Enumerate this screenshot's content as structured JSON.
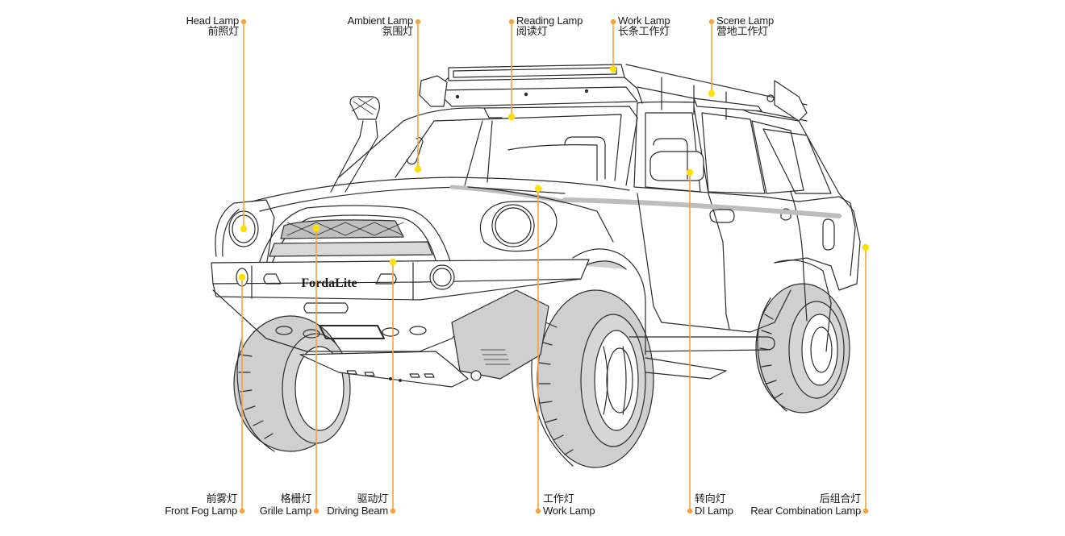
{
  "diagram": {
    "title": "Off-road vehicle lamp positions",
    "brand_plate": "FordaLite",
    "colors": {
      "leader_line": "#f5a33a",
      "label_dot": "#f5a33a",
      "lamp_dot": "#ffe000",
      "outline": "#2b2b2b",
      "shade": "#cfcfcf",
      "text": "#1a1a1a"
    },
    "top_callouts": [
      {
        "id": "head-lamp",
        "en": "Head Lamp",
        "zh": "前照灯",
        "align": "right"
      },
      {
        "id": "ambient-lamp",
        "en": "Ambient Lamp",
        "zh": "氛围灯",
        "align": "right"
      },
      {
        "id": "reading-lamp",
        "en": "Reading Lamp",
        "zh": "阅读灯",
        "align": "left"
      },
      {
        "id": "work-lamp-bar",
        "en": "Work Lamp",
        "zh": "长条工作灯",
        "align": "left"
      },
      {
        "id": "scene-lamp",
        "en": "Scene Lamp",
        "zh": "营地工作灯",
        "align": "left"
      }
    ],
    "bottom_callouts": [
      {
        "id": "front-fog-lamp",
        "en": "Front Fog Lamp",
        "zh": "前雾灯",
        "align": "right"
      },
      {
        "id": "grille-lamp",
        "en": "Grille Lamp",
        "zh": "格栅灯",
        "align": "right"
      },
      {
        "id": "driving-beam",
        "en": "Driving Beam",
        "zh": "驱动灯",
        "align": "right"
      },
      {
        "id": "work-lamp",
        "en": "Work Lamp",
        "zh": "工作灯",
        "align": "left"
      },
      {
        "id": "di-lamp",
        "en": "DI Lamp",
        "zh": "转向灯",
        "align": "left"
      },
      {
        "id": "rear-combination-lamp",
        "en": "Rear Combination Lamp",
        "zh": "后组合灯",
        "align": "right"
      }
    ]
  }
}
